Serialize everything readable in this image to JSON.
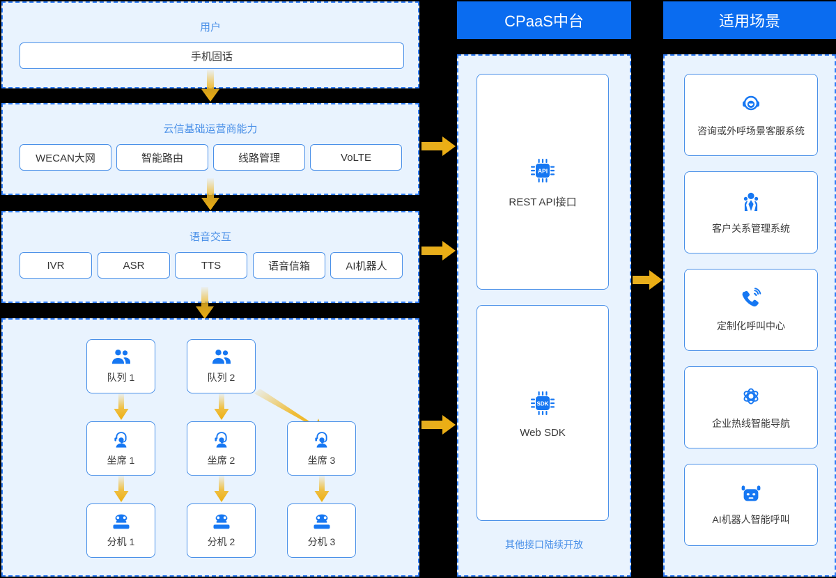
{
  "colors": {
    "accent_blue": "#0a6cf0",
    "panel_bg": "#e9f3fe",
    "panel_border": "#2f7cf6",
    "title_blue": "#4a90e8",
    "arrow_gold": "#f0b723",
    "page_bg": "#000000",
    "card_bg": "#ffffff"
  },
  "left_column": {
    "sections": [
      {
        "title": "用户",
        "chips": [
          "手机固话"
        ]
      },
      {
        "title": "云信基础运营商能力",
        "chips": [
          "WECAN大网",
          "智能路由",
          "线路管理",
          "VoLTE"
        ]
      },
      {
        "title": "语音交互",
        "chips": [
          "IVR",
          "ASR",
          "TTS",
          "语音信箱",
          "AI机器人"
        ]
      },
      {
        "title": "",
        "nodes": {
          "queues": [
            {
              "label": "队列 1",
              "icon": "users-group-icon"
            },
            {
              "label": "队列 2",
              "icon": "users-group-icon"
            }
          ],
          "agents": [
            {
              "label": "坐席 1",
              "icon": "headset-agent-icon"
            },
            {
              "label": "坐席 2",
              "icon": "headset-agent-icon"
            },
            {
              "label": "坐席 3",
              "icon": "headset-agent-icon"
            }
          ],
          "extensions": [
            {
              "label": "分机 1",
              "icon": "desk-phone-icon"
            },
            {
              "label": "分机 2",
              "icon": "desk-phone-icon"
            },
            {
              "label": "分机 3",
              "icon": "desk-phone-icon"
            }
          ]
        }
      }
    ]
  },
  "middle_column": {
    "banner": "CPaaS中台",
    "cards": [
      {
        "label": "REST API接口",
        "icon": "api-chip-icon",
        "chip_text": "API"
      },
      {
        "label": "Web SDK",
        "icon": "sdk-chip-icon",
        "chip_text": "SDK"
      }
    ],
    "footnote": "其他接口陆续开放"
  },
  "right_column": {
    "banner": "适用场景",
    "cards": [
      {
        "label": "咨询或外呼场景客服系统",
        "icon": "customer-service-icon"
      },
      {
        "label": "客户关系管理系统",
        "icon": "crm-people-icon"
      },
      {
        "label": "定制化呼叫中心",
        "icon": "ringing-phone-icon"
      },
      {
        "label": "企业热线智能导航",
        "icon": "atom-navigation-icon"
      },
      {
        "label": "AI机器人智能呼叫",
        "icon": "robot-head-icon"
      }
    ]
  },
  "arrows": {
    "down_1": "arrow-down",
    "down_2": "arrow-down",
    "down_3": "arrow-down",
    "right_to_cpaas_1": "arrow-right",
    "right_to_cpaas_2": "arrow-right",
    "right_to_cpaas_3": "arrow-right",
    "right_to_scene": "arrow-right",
    "diagonal_queue2_agent3": "arrow-diagonal"
  }
}
